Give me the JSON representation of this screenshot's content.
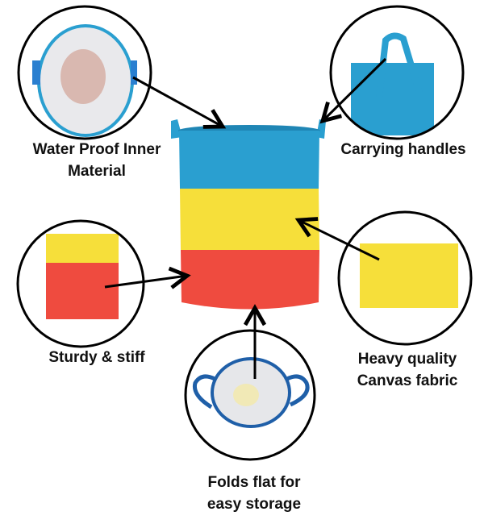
{
  "features": [
    {
      "id": "waterproof",
      "lines": [
        "Water Proof Inner",
        "Material"
      ]
    },
    {
      "id": "handles",
      "lines": [
        "Carrying handles"
      ]
    },
    {
      "id": "sturdy",
      "lines": [
        "Sturdy & stiff"
      ]
    },
    {
      "id": "canvas",
      "lines": [
        "Heavy quality",
        "Canvas fabric"
      ]
    },
    {
      "id": "folds",
      "lines": [
        "Folds flat for",
        "easy storage"
      ]
    }
  ],
  "colors": {
    "blue": "#2a9fd0",
    "yellow": "#f6df3a",
    "red": "#ef4b3f",
    "liner": "#e9e9ec",
    "outline": "#000000"
  }
}
